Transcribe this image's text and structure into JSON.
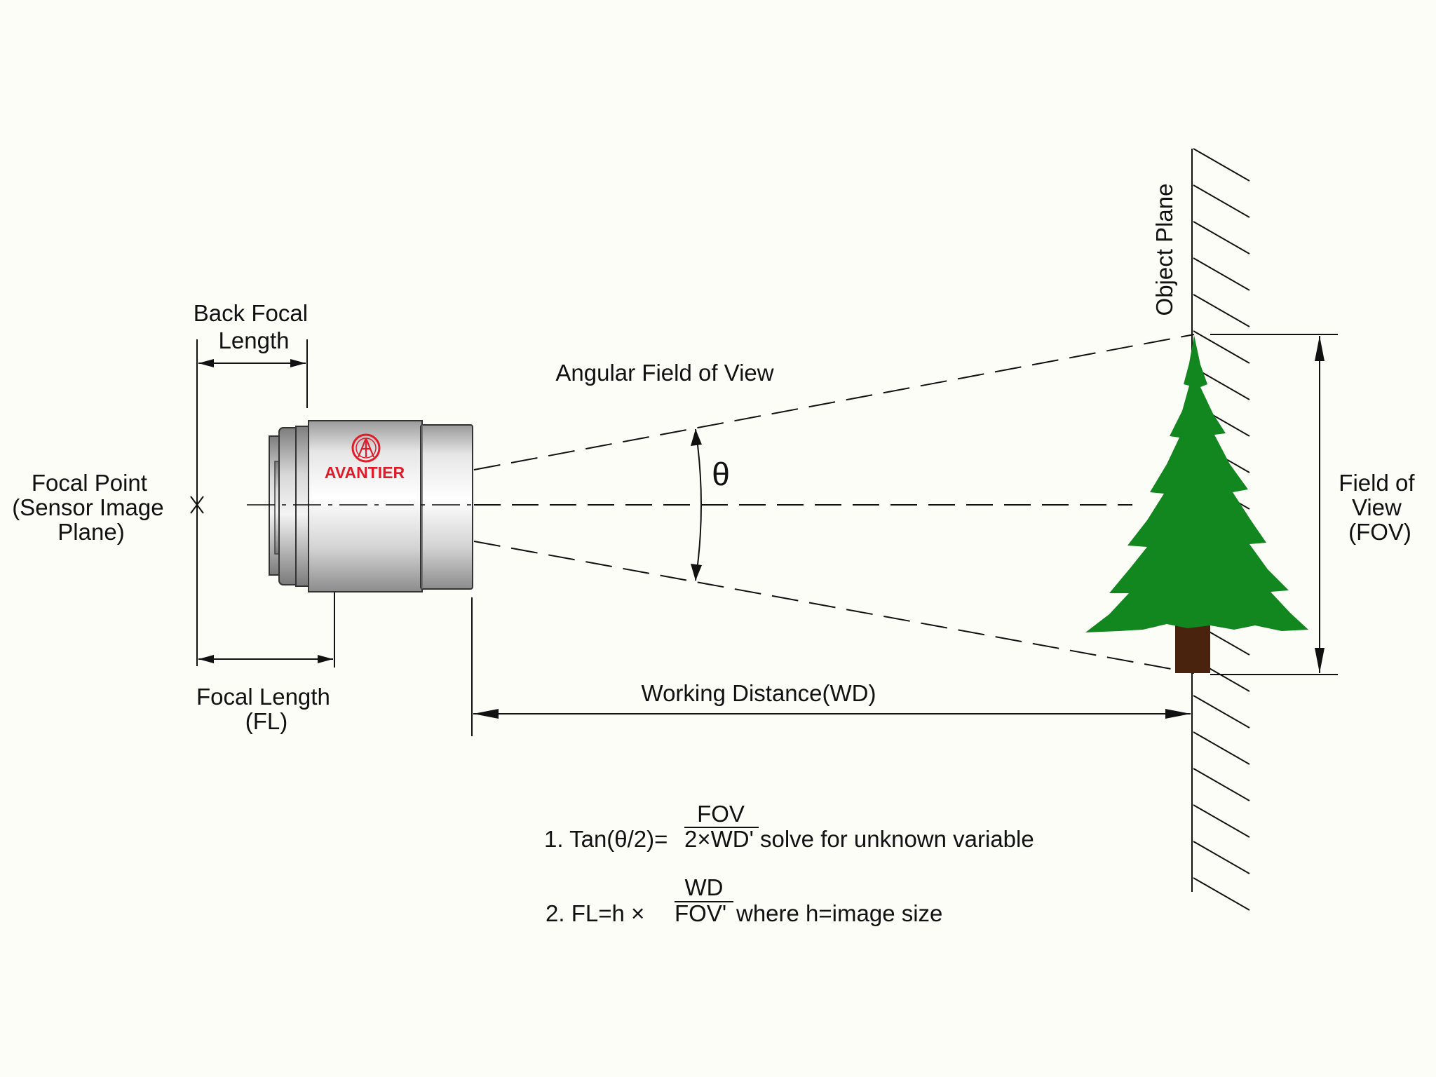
{
  "labels": {
    "back_focal_length": [
      "Back Focal",
      "Length"
    ],
    "focal_point": [
      "Focal Point",
      "(Sensor Image",
      "Plane)"
    ],
    "focal_length": [
      "Focal Length",
      "(FL)"
    ],
    "angular_fov": "Angular Field of View",
    "theta": "θ",
    "working_distance": "Working Distance(WD)",
    "object_plane": "Object Plane",
    "field_of_view": [
      "Field of",
      "View",
      "(FOV)"
    ]
  },
  "lens": {
    "brand": "AVANTIER",
    "brand_color": "#e11c2a"
  },
  "tree": {
    "foliage_color": "#12861f",
    "trunk_color": "#4a230f"
  },
  "formulas": {
    "f1": {
      "prefix": "1. Tan(θ/2)=",
      "numerator": "FOV",
      "denominator": "2×WD'",
      "suffix": " solve for unknown variable"
    },
    "f2": {
      "prefix": "2. FL=h  × ",
      "numerator": "WD",
      "denominator": "FOV'",
      "suffix": "  where h=image size"
    }
  }
}
